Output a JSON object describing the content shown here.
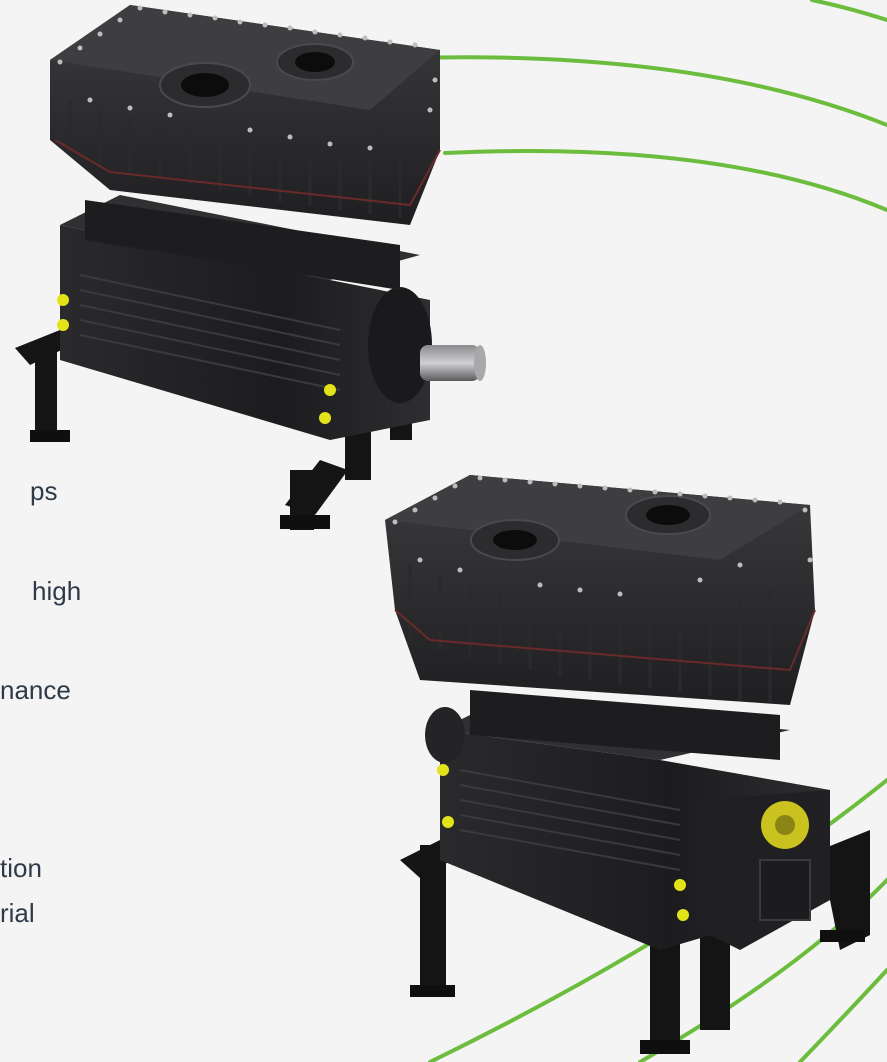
{
  "text_fragments": [
    "ps",
    "high",
    "nance",
    "tion",
    "rial"
  ],
  "colors": {
    "background": "#f4f4f4",
    "accent_arcs": "#6cbd3d",
    "text": "#2f3a48",
    "machine_body": "#2b2b2d",
    "fittings": "#e4e31a"
  },
  "images": [
    "pump-unit-top-image",
    "pump-unit-bottom-image"
  ]
}
